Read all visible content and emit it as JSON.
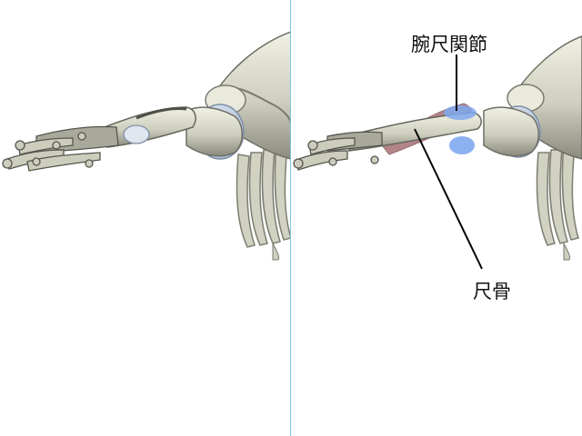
{
  "labels": {
    "top": "腕尺関節",
    "bottom": "尺骨"
  },
  "colors": {
    "bone": "#dcdccc",
    "bone_shadow": "#8e8e82",
    "bone_dark": "#5e5e56",
    "cartilage": "#b9c9de",
    "joint_blue": "#7fa8f0",
    "muscle": "#9a5c62",
    "divider": "#7cc4e0"
  },
  "icons": {
    "skeleton": "forelimb-skeleton"
  }
}
